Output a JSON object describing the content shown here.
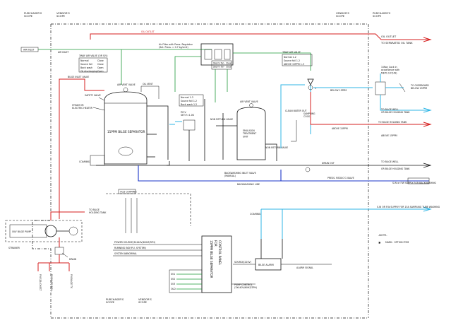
{
  "scope": {
    "purchaser": "PURCHASER'S\nSCOPE",
    "vendor": "VENDOR'S\nSCOPE"
  },
  "lines": {
    "oil_outlet_top": "OIL OUTLET",
    "oil_outlet": "OIL OUTLET",
    "to_separated_oil_tank": "TO SEPARATED OIL TANK",
    "air_inlet": "AIR INLET",
    "bilge_inlet_valve": "BILGE INLET VALVE",
    "oil_vent": "OIL VENT",
    "air_filter_regulator": "Air Filter with Press. Regulator\n(Set. Press. = 0.7 kg/cm2)",
    "three_way_air_valve_sv": "3WAY AIR VALVE (OR S/V)",
    "normal": "Normal",
    "source_fail": "Source fail",
    "back_wash": "Back wash",
    "oil_discharge": "Oil discharging",
    "close": "Close",
    "open": "Open",
    "three_way_air_valve": "3WAY AIR VALVE",
    "above_15ppm": "ABOVE 15PPM",
    "below_15ppm": "BELOW 15PPM",
    "three_way_cock_note": "3-Way Cock in\naccordance with\nMEPC.107(49)",
    "to_overboard": "TO OVERBOARD\nBELOW 15PPM",
    "to_bilge_well": "TO BILGE WELL\nOR BILGE HOLDING TANK",
    "to_bilge_holding_tank": "TO BILGE HOLDING TANK",
    "above_15ppm_2": "ABOVE 15PPM",
    "drain_out": "DRAIN OUT",
    "to_bilge_well_2": "TO BILGE WELL",
    "or_bilge_holding_tank": "OR BILGE HOLDING TANK",
    "backwashing_inlet_valve": "BACKWASHING INLET VALVE\n(MANUAL)",
    "backwashing_line": "BACKWASHING LINE",
    "press_reduc_valve": "PRESS. REDUC'G VALVE",
    "sw_fw_supply_backwashing": "S.W or F.W SUPPLY FOR BACKWASHING",
    "sw_fw_supply_sampling": "S.W OR F.W SUPPLY FOR 15A SAMPLING TUBE WASHING",
    "stm_or_electric_heater": "STEAM OR\nELECTRIC HEATER",
    "safety_valve": "SAFETY VALVE",
    "air_vent_valve": "AIR VENT VALVE",
    "separator": "15PPM BILGE SEPARATOR",
    "emulsion_unit": "EMULSION\nTREATMENT\nUNIT",
    "clean_water_out": "CLEAN WATER OUT",
    "sampling_cock": "SAMPLING\nCOCK",
    "coaming": "COAMING",
    "non_return_valve": "NON RETURN VALVE",
    "prv_set": "P.R.V\nSET.P.=1.0K",
    "bilge_alarm": "BILGE ALARM",
    "alarm_signal": "ALARM SIGNAL",
    "source_220": "SOURCE(220V)",
    "pump_control": "PUMP CONTROL\n(3X440V/60HZ/3PH)",
    "control_panel": "CONTROL PANEL\nFOR\n15PPM BILGE SEPARATOR",
    "power_source": "POWER SOURCE(3X440V/60HZ/3PH)",
    "running_ind": "RUNNING IND'(P.U. SYSTEM)",
    "system_abnormal": "SYSTEM ABNORMAL",
    "ocd_coaming": "OCD COAMING",
    "oily_bilge_pump": "OILY BILGE PUMP",
    "strainer": "STRAINER",
    "from_sea_chest": "FM SEA CHEST",
    "from_bilge_well": "FM BILGE WELL",
    "from_bilge_tk": "FM BILGE TK",
    "to_bilge_holding_tank_left": "TO BILGE\nHOLDING TANK",
    "drain": "DRAIN",
    "sv_labels": [
      "SV1",
      "SV2",
      "SV3",
      "OLD"
    ],
    "note_title": "-NOTE-",
    "note_mark": "MARK : OPTION ITEM",
    "three_way_air_legend": [
      "Normal  1-2",
      "Source fail  1-2",
      "ABOVE 15PPM  1-3"
    ],
    "legend_mid": [
      "Normal  1-3",
      "Source fail  1-2",
      "Back wash  1-2"
    ],
    "small_box": [
      "Sterm for - Clear",
      "Sterm for - Clear"
    ]
  }
}
